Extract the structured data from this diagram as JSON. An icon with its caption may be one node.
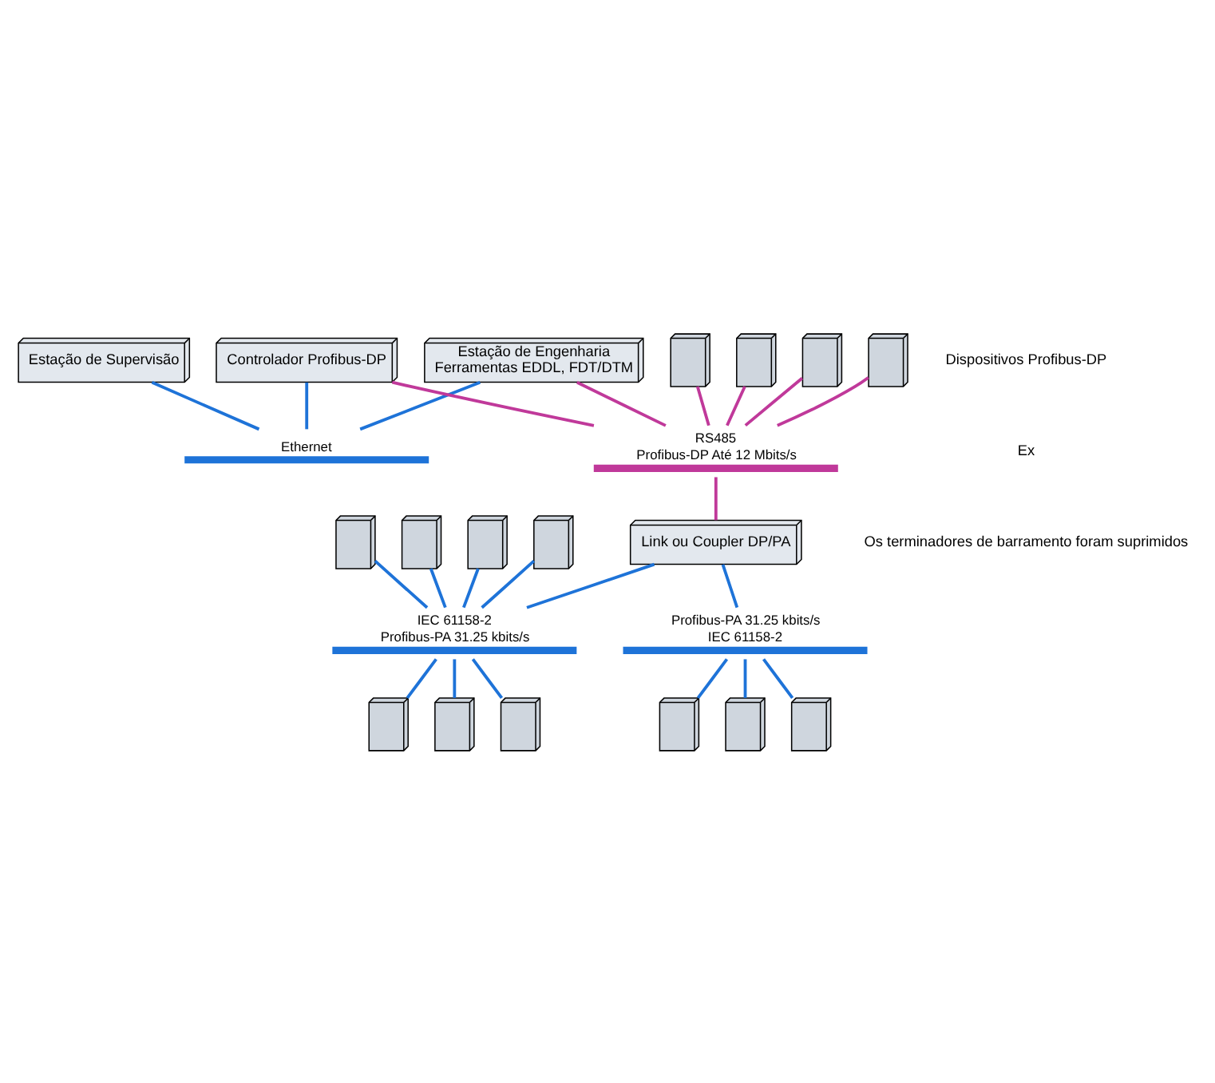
{
  "diagram": {
    "nodes": [
      {
        "text": [
          "Estação de Engenharia",
          "Ferramentas EDDL, FDT/DTM"
        ]
      },
      {
        "text": [
          "Estação de Supervisão"
        ]
      },
      {
        "text": [
          "Controlador Profibus-DP"
        ]
      },
      {
        "text": [],
        "shape": "bar",
        "beside": [
          "Ethernet"
        ]
      },
      {
        "text": [],
        "shape": "bar",
        "beside": [
          "RS485",
          "Profibus-DP Até 12 Mbits/s"
        ]
      },
      {
        "text": [],
        "shape": "picture"
      },
      {
        "text": [],
        "shape": "picture"
      },
      {
        "text": [],
        "shape": "picture"
      },
      {
        "text": [],
        "shape": "picture"
      },
      {
        "text": [
          "Link ou Coupler DP/PA"
        ]
      },
      {
        "text": [],
        "shape": "bar",
        "beside": [
          "IEC 61158-2",
          "Profibus-PA 31.25 kbits/s"
        ]
      },
      {
        "text": [],
        "shape": "picture"
      },
      {
        "text": [],
        "shape": "picture"
      },
      {
        "text": [],
        "shape": "picture"
      },
      {
        "text": [],
        "shape": "picture"
      },
      {
        "text": [],
        "shape": "picture"
      },
      {
        "text": [],
        "shape": "picture"
      },
      {
        "text": [],
        "shape": "picture"
      },
      {
        "text": [],
        "shape": "bar",
        "beside": [
          "Profibus-PA 31.25 kbits/s",
          "IEC 61158-2"
        ]
      },
      {
        "text": [],
        "shape": "picture"
      },
      {
        "text": [],
        "shape": "picture"
      },
      {
        "text": [],
        "shape": "picture"
      }
    ],
    "edges": [
      {
        "from": 0,
        "to": 3,
        "arrow": "none"
      },
      {
        "from": 1,
        "to": 3,
        "arrow": "none"
      },
      {
        "from": 2,
        "to": 3,
        "arrow": "none"
      },
      {
        "from": 2,
        "to": 4,
        "arrow": "none",
        "color": "#c0399a"
      },
      {
        "from": 0,
        "to": 4,
        "arrow": "none",
        "color": "#c0399a"
      },
      {
        "from": 5,
        "to": 4,
        "arrow": "none",
        "color": "#c0399a"
      },
      {
        "from": 6,
        "to": 4,
        "arrow": "none",
        "color": "#c0399a"
      },
      {
        "from": 7,
        "to": 4,
        "arrow": "none",
        "color": "#c0399a"
      },
      {
        "from": 8,
        "to": 4,
        "arrow": "none",
        "color": "#c0399a"
      },
      {
        "from": 4,
        "to": 9,
        "arrow": "none",
        "color": "#c0399a"
      },
      {
        "from": 9,
        "to": 10,
        "arrow": "none"
      },
      {
        "from": 11,
        "to": 10,
        "arrow": "none"
      },
      {
        "from": 12,
        "to": 10,
        "arrow": "none"
      },
      {
        "from": 13,
        "to": 10,
        "arrow": "none"
      },
      {
        "from": 14,
        "to": 10,
        "arrow": "none"
      },
      {
        "from": 10,
        "to": 15,
        "arrow": "none"
      },
      {
        "from": 10,
        "to": 16,
        "arrow": "none"
      },
      {
        "from": 10,
        "to": 17,
        "arrow": "none"
      },
      {
        "from": 9,
        "to": 18,
        "arrow": "none"
      },
      {
        "from": 18,
        "to": 19,
        "arrow": "none"
      },
      {
        "from": 18,
        "to": 20,
        "arrow": "none"
      },
      {
        "from": 18,
        "to": 21,
        "arrow": "none"
      }
    ],
    "labels": [
      "Dispositivos Profibus-DP",
      "Ex",
      "Os terminadores de barramento foram suprimidos"
    ]
  }
}
